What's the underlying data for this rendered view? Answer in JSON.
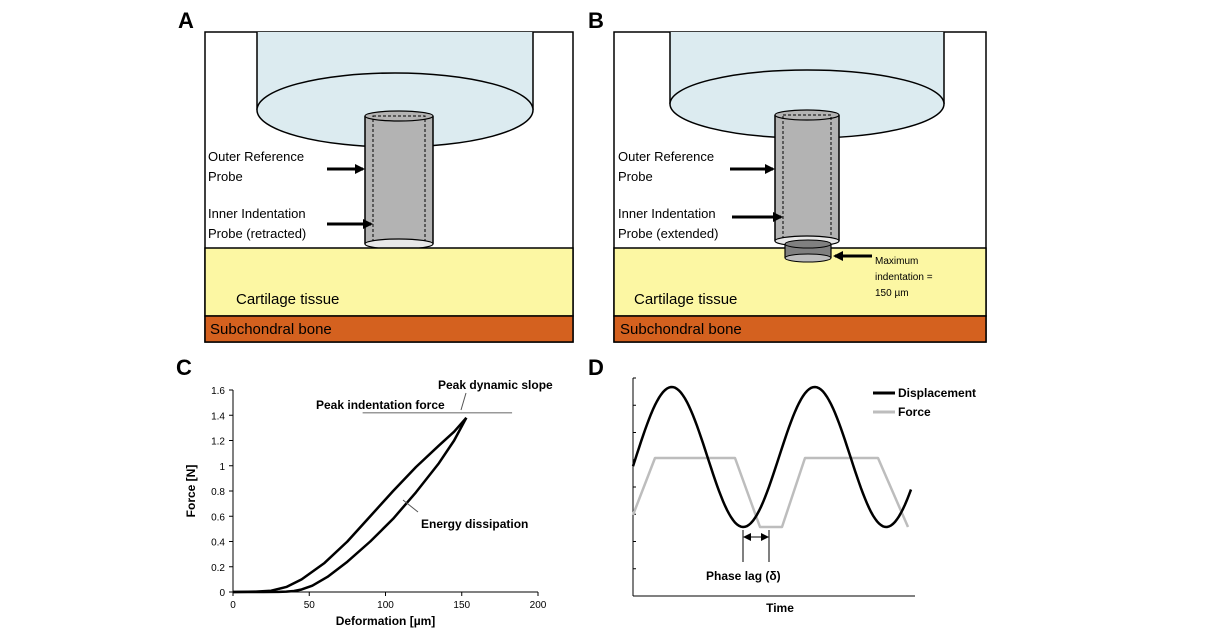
{
  "panels": {
    "a": {
      "letter": "A",
      "outer_label_1": "Outer Reference",
      "outer_label_2": "Probe",
      "inner_label_1": "Inner Indentation",
      "inner_label_2": "Probe (retracted)",
      "cartilage": "Cartilage tissue",
      "bone": "Subchondral bone"
    },
    "b": {
      "letter": "B",
      "outer_label_1": "Outer Reference",
      "outer_label_2": "Probe",
      "inner_label_1": "Inner Indentation",
      "inner_label_2": "Probe (extended)",
      "max_1": "Maximum",
      "max_2": "indentation =",
      "max_3": "150 µm",
      "cartilage": "Cartilage tissue",
      "bone": "Subchondral bone"
    },
    "c": {
      "letter": "C",
      "annot_peak_slope": "Peak dynamic slope",
      "annot_peak_force": "Peak indentation force",
      "annot_energy": "Energy dissipation"
    },
    "d": {
      "letter": "D",
      "phase_lag": "Phase lag (δ)",
      "xlabel": "Time"
    }
  },
  "colors": {
    "head_fill": "#dcebf0",
    "probe_fill": "#b3b3b3",
    "cartilage": "#fcf7a3",
    "bone": "#d4611f",
    "force_line": "#bdbdbd"
  },
  "chart_data": [
    {
      "type": "line",
      "xlabel": "Deformation [µm]",
      "ylabel": "Force [N]",
      "xlim": [
        0,
        200
      ],
      "ylim": [
        0,
        1.6
      ],
      "xticks": [
        "0",
        "50",
        "100",
        "150",
        "200"
      ],
      "yticks": [
        "0",
        "0.2",
        "0.4",
        "0.6",
        "0.8",
        "1",
        "1.2",
        "1.4",
        "1.6"
      ],
      "series": [
        {
          "x": [
            0,
            15,
            25,
            35,
            45,
            60,
            75,
            90,
            105,
            120,
            135,
            145,
            153
          ],
          "y": [
            0,
            0.003,
            0.01,
            0.04,
            0.1,
            0.23,
            0.4,
            0.6,
            0.8,
            0.99,
            1.16,
            1.27,
            1.38
          ]
        },
        {
          "x": [
            153,
            145,
            135,
            120,
            105,
            90,
            75,
            62,
            52,
            45,
            40,
            35,
            30,
            20,
            0
          ],
          "y": [
            1.38,
            1.2,
            1.02,
            0.79,
            0.58,
            0.4,
            0.24,
            0.12,
            0.05,
            0.02,
            0.008,
            0.003,
            0.001,
            0,
            0
          ]
        }
      ],
      "reference_line": {
        "x": [
          85,
          183
        ],
        "y": [
          1.42,
          1.42
        ]
      },
      "grid": false
    },
    {
      "type": "line",
      "xlabel": "Time",
      "series": [
        {
          "name": "Displacement"
        },
        {
          "name": "Force"
        }
      ],
      "legend": "top-right",
      "grid": false
    }
  ]
}
